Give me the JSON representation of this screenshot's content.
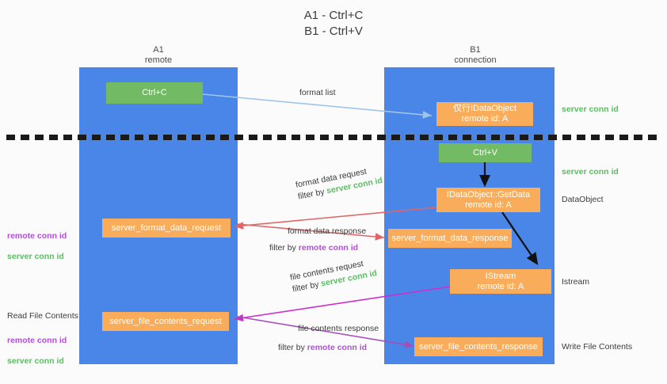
{
  "title": "A1 - Ctrl+C\nB1 - Ctrl+V",
  "lanes": [
    {
      "key": "a1",
      "header": "A1\nremote"
    },
    {
      "key": "b1",
      "header": "B1\nconnection"
    }
  ],
  "nodes": {
    "ctrl_c": {
      "label": "Ctrl+C"
    },
    "idataobject": {
      "label": "仅行IDataObject\nremote id: A"
    },
    "ctrl_v": {
      "label": "Ctrl+V"
    },
    "getdata": {
      "label": "IDataObject::GetData\nremote id: A"
    },
    "format_data_request": {
      "label": "server_format_data_request"
    },
    "format_data_response": {
      "label": "server_format_data_response"
    },
    "istream": {
      "label": "IStream\nremote id: A"
    },
    "file_contents_request": {
      "label": "server_file_contents_request"
    },
    "file_contents_response": {
      "label": "server_file_contents_response"
    }
  },
  "edge_labels": {
    "format_list": {
      "line1": "format list"
    },
    "format_data_request": {
      "line1": "format data request",
      "line2_prefix": "filter by ",
      "line2_token": "server conn id"
    },
    "format_data_response": {
      "line1": "format data response",
      "line2_prefix": "filter by ",
      "line2_token": "remote conn id"
    },
    "file_contents_request": {
      "line1": "file contents request",
      "line2_prefix": "filter by ",
      "line2_token": "server conn id"
    },
    "file_contents_response": {
      "line1": "file contents response",
      "line2_prefix": "filter by ",
      "line2_token": "remote conn id"
    }
  },
  "annotations": {
    "right_server_conn_top": "server conn id",
    "right_server_conn_second": "server conn id",
    "right_dataobject": "DataObject",
    "right_istream": "Istream",
    "right_write_file": "Write File Contents",
    "left_read_file": "Read File Contents",
    "left_stack_upper": {
      "remote": "remote conn id",
      "server": "server conn id"
    },
    "left_stack_lower": {
      "remote": "remote conn id",
      "server": "server conn id"
    }
  },
  "colors": {
    "lane": "#4a86e8",
    "green_node": "#72bb64",
    "orange_node": "#f9ad5a",
    "server_conn_id": "#5bbd63",
    "remote_conn_id": "#b14fd8",
    "arrow_blue": "#9fc5e8",
    "arrow_red": "#e06666",
    "arrow_magenta": "#cc2fcc",
    "arrow_purple": "#a64dbb",
    "arrow_black": "#000000"
  }
}
